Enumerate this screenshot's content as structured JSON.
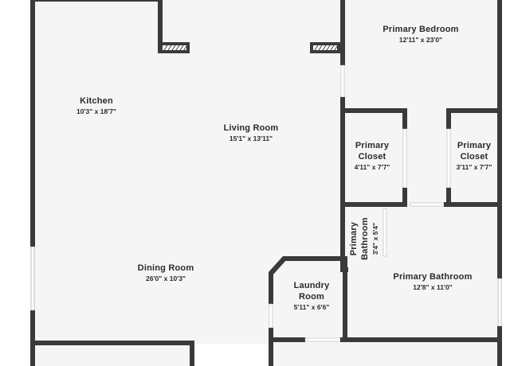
{
  "floorplan": {
    "colors": {
      "wall": "#3a3a3a",
      "floor": "#f4f5f4",
      "opening": "#ffffff",
      "text": "#2a2a2a"
    },
    "rooms": [
      {
        "id": "kitchen",
        "name": "Kitchen",
        "dims": "10'3\" x 18'7\""
      },
      {
        "id": "living-room",
        "name": "Living Room",
        "dims": "15'1\" x 13'11\""
      },
      {
        "id": "dining-room",
        "name": "Dining Room",
        "dims": "26'0\" x 10'3\""
      },
      {
        "id": "primary-bedroom",
        "name": "Primary Bedroom",
        "dims": "12'11\" x 23'0\""
      },
      {
        "id": "primary-closet-1",
        "name": "Primary Closet",
        "dims": "4'11\" x 7'7\""
      },
      {
        "id": "primary-closet-2",
        "name": "Primary Closet",
        "dims": "3'11\" x 7'7\""
      },
      {
        "id": "primary-bathroom-small",
        "name": "Primary Bathroom",
        "dims": "3'4\" x 5'4\""
      },
      {
        "id": "primary-bathroom",
        "name": "Primary Bathroom",
        "dims": "12'8\" x 11'0\""
      },
      {
        "id": "laundry-room",
        "name": "Laundry Room",
        "dims": "5'11\" x 6'6\""
      }
    ]
  }
}
